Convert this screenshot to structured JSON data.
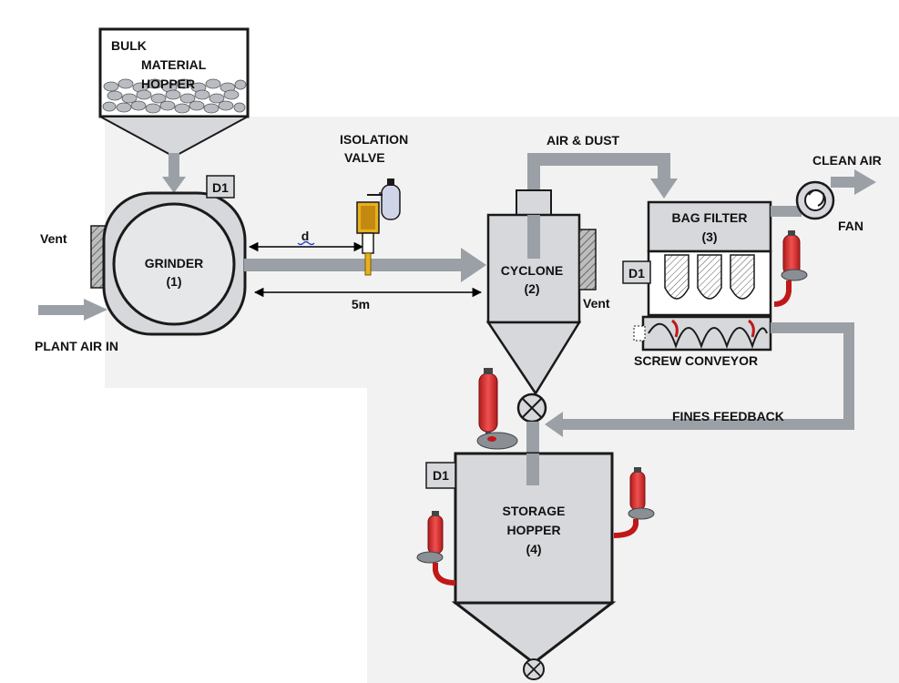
{
  "labels": {
    "bulk_line1": "BULK",
    "bulk_line2": "MATERIAL",
    "bulk_line3": "HOPPER",
    "grinder_name": "GRINDER",
    "grinder_num": "(1)",
    "cyclone_name": "CYCLONE",
    "cyclone_num": "(2)",
    "bagfilter_name": "BAG FILTER",
    "bagfilter_num": "(3)",
    "storage_line1": "STORAGE",
    "storage_line2": "HOPPER",
    "storage_num": "(4)",
    "isolation_line1": "ISOLATION",
    "isolation_line2": "VALVE",
    "air_dust": "AIR & DUST",
    "clean_air": "CLEAN AIR",
    "fan": "FAN",
    "vent_left": "Vent",
    "vent_right": "Vent",
    "plant_air_in": "PLANT AIR IN",
    "screw_conveyor": "SCREW CONVEYOR",
    "fines_feedback": "FINES FEEDBACK",
    "distance_d": "d",
    "distance_5m": "5m",
    "detector_grinder": "D1",
    "detector_bagfilter": "D1",
    "detector_storage": "D1"
  },
  "colors": {
    "pipe": "#9aa0a6",
    "vessel": "#d6d8db",
    "outline": "#1a1a1a",
    "background_panel": "#f2f2f2",
    "vent_hatch": "#777777",
    "valve_yellow": "#e8b020",
    "extinguisher_red": "#d42a2a"
  },
  "icons": {
    "fan": "fan-icon",
    "rotary_valve": "rotary-valve-icon",
    "isolation_valve": "isolation-valve-icon",
    "suppressor": "suppressor-canister-icon"
  }
}
